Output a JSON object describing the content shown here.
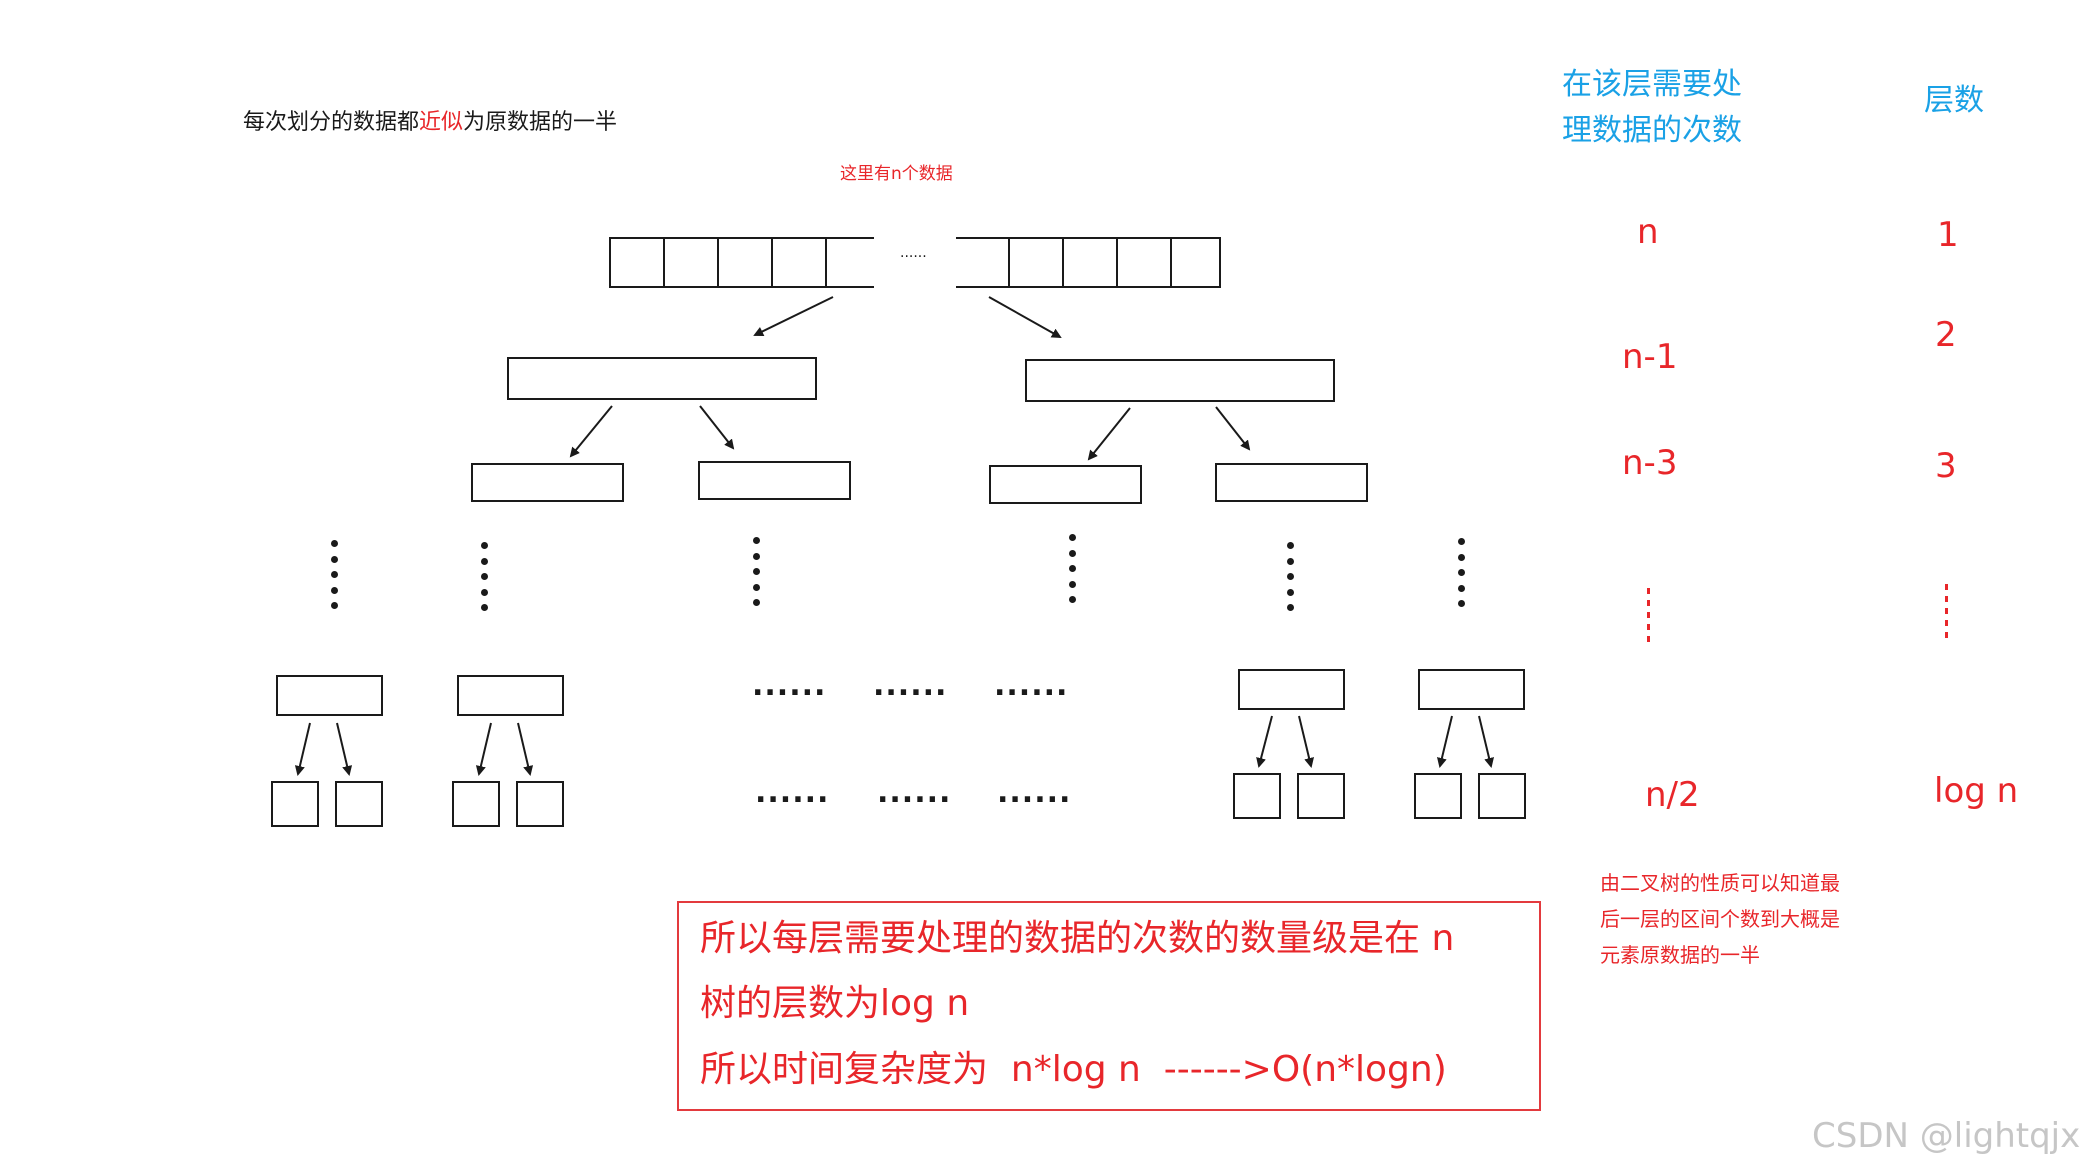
{
  "header_note": {
    "prefix": "每次划分的数据都",
    "highlight": "近似",
    "suffix": "为原数据的一半"
  },
  "top_label": "这里有n个数据",
  "top_array_ellipsis": "......",
  "middle_ellipsis": "......",
  "columns": {
    "work_header_line1": "在该层需要处",
    "work_header_line2": "理数据的次数",
    "level_header": "层数"
  },
  "rows": [
    {
      "work": "n",
      "level": "1"
    },
    {
      "work": "n-1",
      "level": "2"
    },
    {
      "work": "n-3",
      "level": "3"
    },
    {
      "work": "n/2",
      "level": "log n"
    }
  ],
  "side_note": {
    "line1": "由二叉树的性质可以知道最",
    "line2": "后一层的区间个数到大概是",
    "line3": "元素原数据的一半"
  },
  "summary": {
    "line1": "所以每层需要处理的数据的次数的数量级是在 n",
    "line2": "树的层数为log n",
    "line3": "所以时间复杂度为  n*log n  ------>O(n*logn)"
  },
  "watermark": "CSDN @lightqjx"
}
